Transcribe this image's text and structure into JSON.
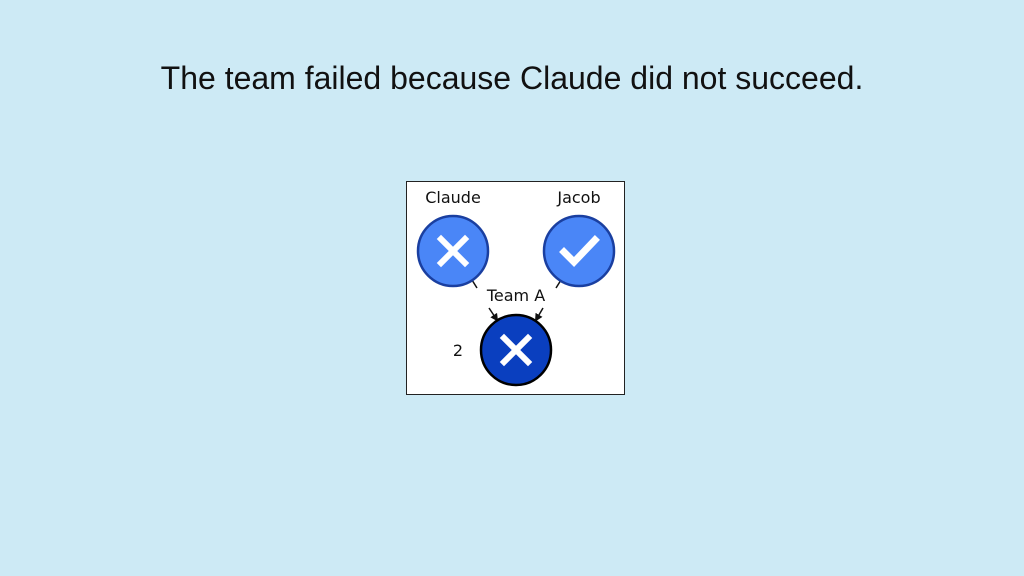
{
  "headline": "The team failed because Claude did not succeed.",
  "diagram": {
    "members": [
      {
        "name": "Claude",
        "status": "failure",
        "icon": "x-icon"
      },
      {
        "name": "Jacob",
        "status": "success",
        "icon": "check-icon"
      }
    ],
    "team": {
      "name": "Team A",
      "status": "failure",
      "icon": "x-icon",
      "number": "2"
    },
    "colors": {
      "member_fill": "#4a86f7",
      "member_stroke": "#1a3fa0",
      "team_fill": "#0a3fbf",
      "team_stroke": "#000000",
      "background": "#cdeaf5"
    }
  }
}
